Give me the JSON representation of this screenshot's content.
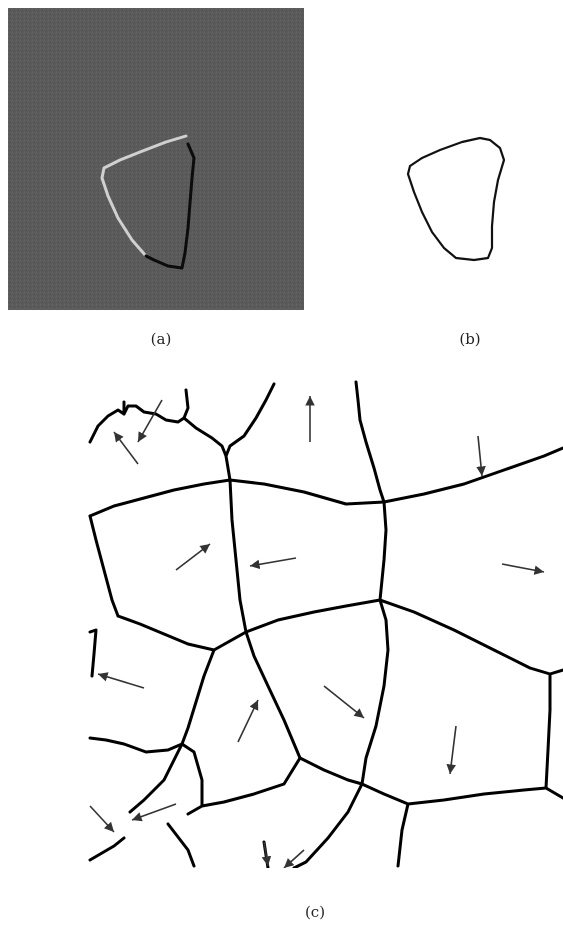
{
  "figure": {
    "captions": {
      "a": "(a)",
      "b": "(b)",
      "c": "(c)"
    },
    "panels": {
      "a": {
        "background": "#5c5c5c",
        "highlight": "#d8d8d8",
        "shadow": "#0a0a0a"
      },
      "b": {
        "stroke": "#000000",
        "fill": "#ffffff"
      },
      "c": {
        "boundary_color": "#000000",
        "arrow_color": "#333333"
      }
    }
  }
}
